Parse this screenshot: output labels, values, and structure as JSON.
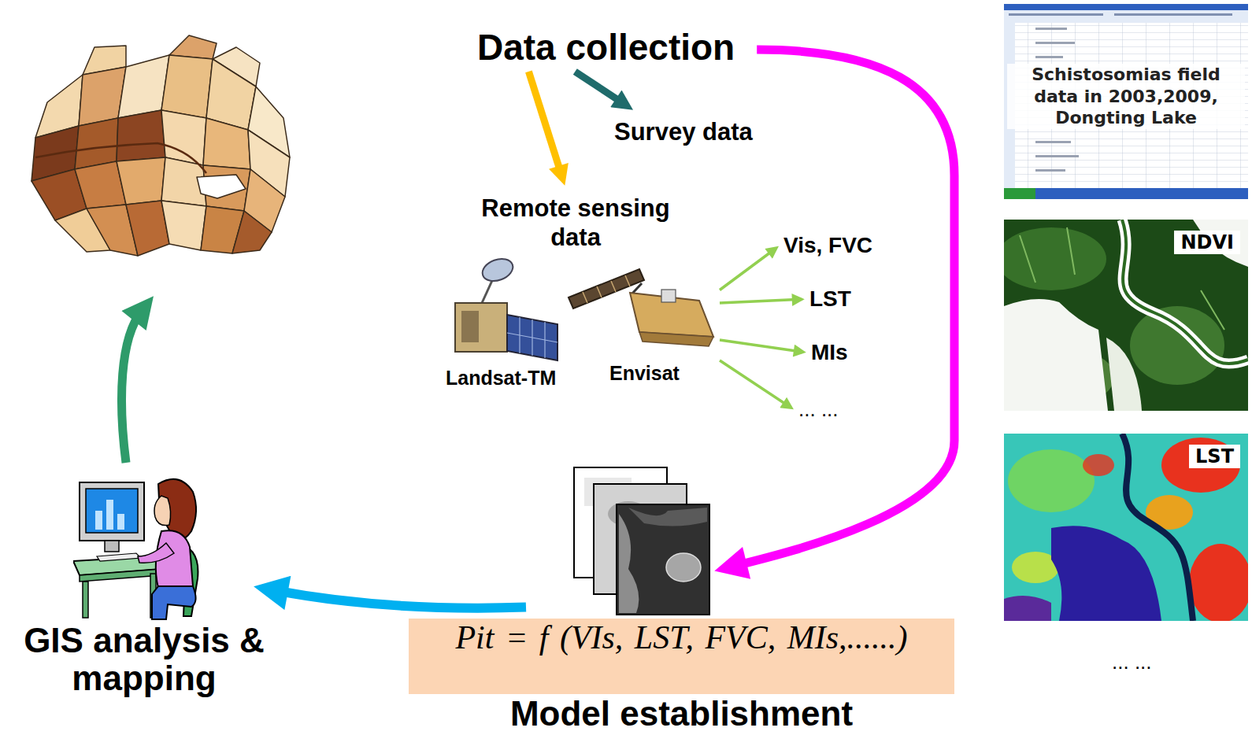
{
  "diagram": {
    "nodes": [
      {
        "text": [
          "Data collection"
        ]
      },
      {
        "text": [
          "Survey data"
        ]
      },
      {
        "text": [
          "Remote sensing data"
        ]
      },
      {
        "text": [
          "Vis, FVC"
        ]
      },
      {
        "text": [
          "LST"
        ]
      },
      {
        "text": [
          "MIs"
        ]
      },
      {
        "text": [
          "... ..."
        ]
      },
      {
        "text": [
          "Pit = f (VIs, LST, FVC, MIs,......)",
          "Model establishment"
        ]
      },
      {
        "text": [
          "GIS analysis & mapping"
        ]
      },
      {
        "text": [
          "Schistosomias field data in 2003,2009, Dongting Lake"
        ]
      },
      {
        "text": [
          "NDVI"
        ]
      },
      {
        "text": [
          "LST"
        ]
      }
    ],
    "edges": [
      {
        "from": 0,
        "to": 1,
        "arrow": "to"
      },
      {
        "from": 0,
        "to": 2,
        "arrow": "to"
      },
      {
        "from": 2,
        "to": 3,
        "arrow": "to"
      },
      {
        "from": 2,
        "to": 4,
        "arrow": "to"
      },
      {
        "from": 2,
        "to": 5,
        "arrow": "to"
      },
      {
        "from": 2,
        "to": 6,
        "arrow": "to"
      },
      {
        "from": 0,
        "to": 7,
        "arrow": "to"
      },
      {
        "from": 7,
        "to": 8,
        "arrow": "to"
      }
    ],
    "labels": [
      "Landsat-TM",
      "Envisat",
      "... ..."
    ]
  }
}
